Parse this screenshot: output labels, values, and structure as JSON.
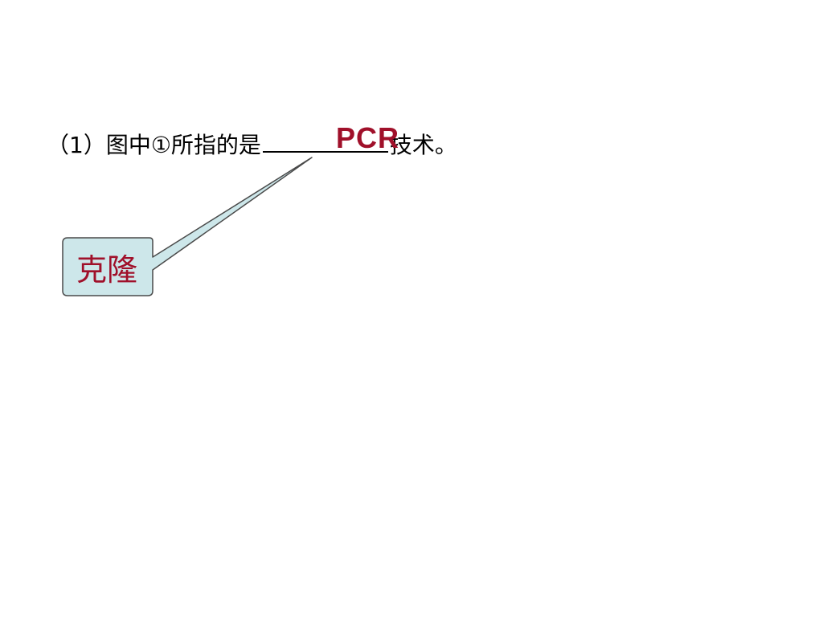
{
  "question": {
    "prefix": "（1）图中①所指的是",
    "suffix": "技术。",
    "answer": "PCR"
  },
  "callout": {
    "label": "克隆",
    "fill_color": "#cde7ea",
    "border_color": "#4a4a4a",
    "text_color": "#a0102a"
  },
  "colors": {
    "answer_color": "#a0102a",
    "text_color": "#000000",
    "background": "#ffffff"
  }
}
